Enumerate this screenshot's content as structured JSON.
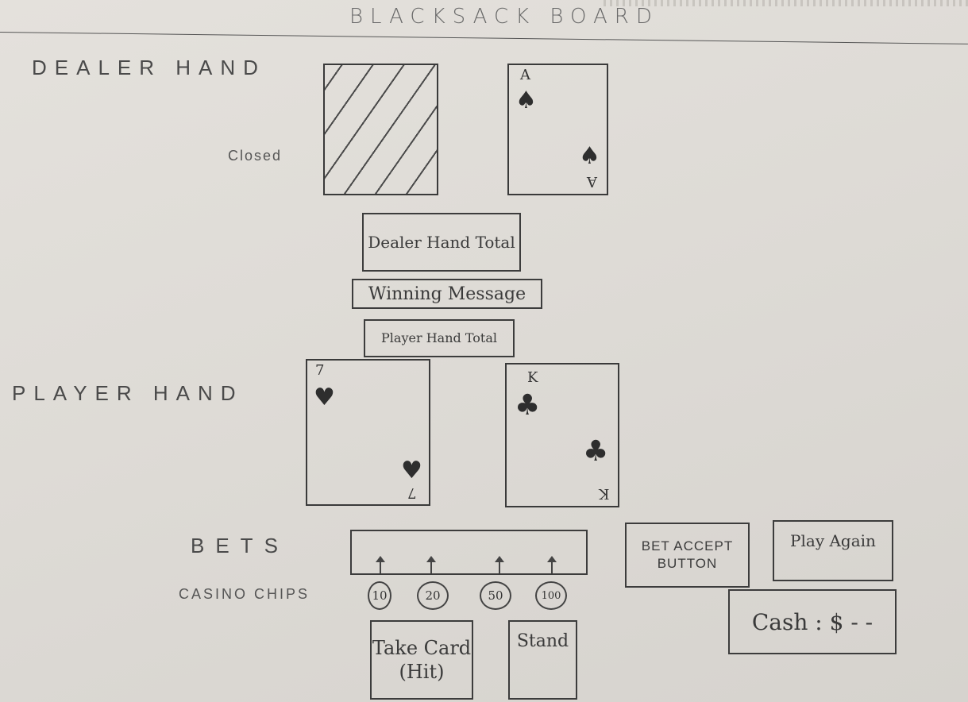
{
  "board_title": "BLACKSACK BOARD",
  "dealer": {
    "label": "DEALER HAND",
    "closed_label": "Closed",
    "face_card": {
      "rank": "A",
      "suit_icon": "spade-icon",
      "suit_glyph": "♠"
    }
  },
  "dealer_total": "Dealer Hand Total",
  "winning_message": "Winning Message",
  "player_total": "Player Hand Total",
  "player": {
    "label": "PLAYER HAND",
    "cards": [
      {
        "rank": "7",
        "suit_icon": "heart-icon",
        "suit_glyph": "♥"
      },
      {
        "rank": "K",
        "suit_icon": "club-icon",
        "suit_glyph": "♣"
      }
    ]
  },
  "bets_label": "BETS",
  "chips_label": "CASINO CHIPS",
  "chips": [
    "10",
    "20",
    "50",
    "100"
  ],
  "buttons": {
    "bet_accept": "BET ACCEPT BUTTON",
    "play_again": "Play Again",
    "take_card": "Take Card (Hit)",
    "stand": "Stand"
  },
  "cash": "Cash : $ - -",
  "colors": {
    "ink": "#3a3a3a",
    "paper": "#e0ddd8"
  }
}
